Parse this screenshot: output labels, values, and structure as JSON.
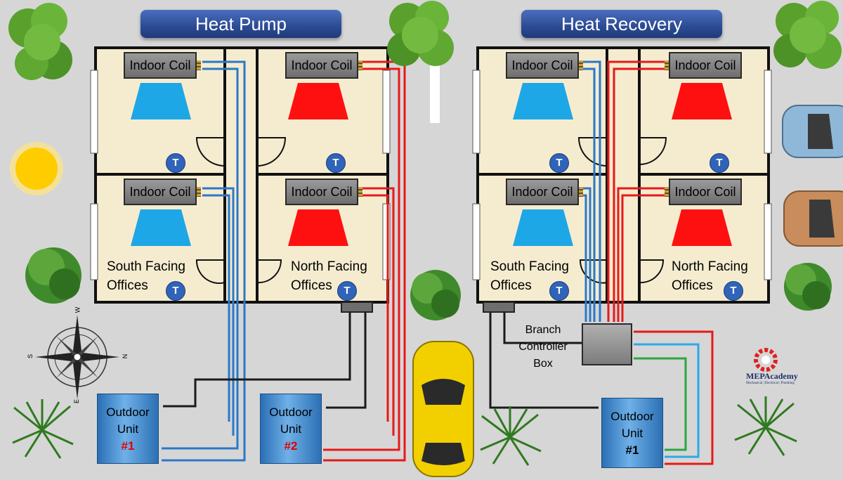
{
  "heat_pump": {
    "title": "Heat Pump",
    "coil_label": "Indoor Coil",
    "thermostat_label": "T",
    "south_label_line1": "South Facing",
    "south_label_line2": "Offices",
    "north_label_line1": "North Facing",
    "north_label_line2": "Offices",
    "unit1_title_line1": "Outdoor",
    "unit1_title_line2": "Unit",
    "unit1_number": "#1",
    "unit2_title_line1": "Outdoor",
    "unit2_title_line2": "Unit",
    "unit2_number": "#2"
  },
  "heat_recovery": {
    "title": "Heat Recovery",
    "coil_label": "Indoor Coil",
    "thermostat_label": "T",
    "south_label_line1": "South Facing",
    "south_label_line2": "Offices",
    "north_label_line1": "North Facing",
    "north_label_line2": "Offices",
    "branch_line1": "Branch",
    "branch_line2": "Controller",
    "branch_line3": "Box",
    "unit_title_line1": "Outdoor",
    "unit_title_line2": "Unit",
    "unit_number": "#1"
  },
  "compass": {
    "n": "N",
    "s": "S",
    "e": "E",
    "w": "W"
  },
  "logo": {
    "name": "MEPAcademy",
    "tagline": "Mechanical | Electrical | Plumbing"
  },
  "colors": {
    "background": "#d6d6d6",
    "floor": "#f5ecd0",
    "cooling": "#1ea7e6",
    "heating": "#ff1010",
    "cool_pipe": "#2a78c8",
    "heat_pipe": "#e81818",
    "green_pipe": "#2aa640",
    "control_wire": "#1a1a1a",
    "banner": "#2c4b94",
    "unit_num_red": "#e00000",
    "unit_num_black": "#000000"
  }
}
